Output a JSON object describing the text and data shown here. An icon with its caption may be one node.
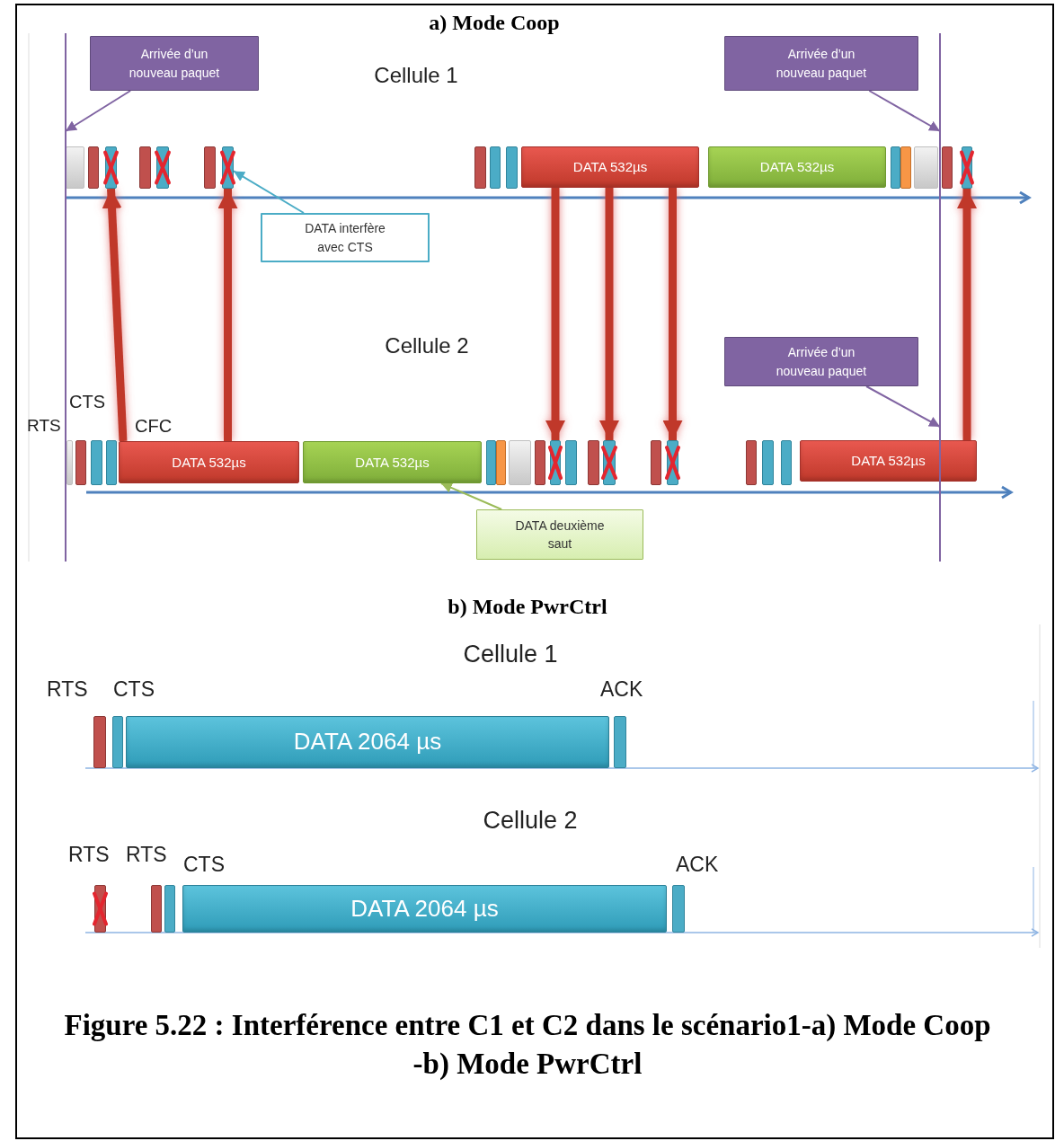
{
  "diagram": {
    "caption": "Figure 5.22 : Interférence entre C1 et C2 dans le scénario1-a) Mode Coop -b) Mode PwrCtrl",
    "nodes": [
      {
        "text": [
          "Arrivée d’un nouveau paquet"
        ]
      },
      {
        "text": [
          "Arrivée d’un nouveau paquet"
        ]
      },
      {
        "text": [
          "DATA interfère avec CTS"
        ]
      },
      {
        "text": [
          "Arrivée d’un nouveau paquet"
        ]
      },
      {
        "text": [
          "DATA deuxième saut"
        ]
      },
      {
        "text": [],
        "shape": "bar"
      },
      {
        "text": [],
        "shape": "bar"
      },
      {
        "text": [],
        "shape": "bar"
      },
      {
        "text": [],
        "shape": "bar"
      },
      {
        "text": [],
        "shape": "bar"
      },
      {
        "text": [],
        "shape": "bar"
      },
      {
        "text": [],
        "shape": "bar"
      },
      {
        "text": [],
        "shape": "bar"
      },
      {
        "text": [],
        "shape": "bar"
      },
      {
        "text": [],
        "shape": "bar"
      },
      {
        "text": [
          "DATA 532µs"
        ]
      },
      {
        "text": [
          "DATA 532µs"
        ]
      },
      {
        "text": [],
        "shape": "bar"
      },
      {
        "text": [],
        "shape": "bar"
      },
      {
        "text": [],
        "shape": "bar"
      },
      {
        "text": [],
        "shape": "bar"
      },
      {
        "text": [],
        "shape": "bar"
      },
      {
        "text": [],
        "shape": "bar"
      },
      {
        "text": [],
        "shape": "bar"
      },
      {
        "text": [],
        "shape": "bar"
      },
      {
        "text": [],
        "shape": "bar"
      },
      {
        "text": [
          "DATA 532µs"
        ]
      },
      {
        "text": [
          "DATA 532µs"
        ]
      },
      {
        "text": [],
        "shape": "bar"
      },
      {
        "text": [],
        "shape": "bar"
      },
      {
        "text": [],
        "shape": "bar"
      },
      {
        "text": [],
        "shape": "bar"
      },
      {
        "text": [],
        "shape": "bar"
      },
      {
        "text": [],
        "shape": "bar"
      },
      {
        "text": [],
        "shape": "bar"
      },
      {
        "text": [],
        "shape": "bar"
      },
      {
        "text": [],
        "shape": "bar"
      },
      {
        "text": [],
        "shape": "bar"
      },
      {
        "text": [],
        "shape": "bar"
      },
      {
        "text": [],
        "shape": "bar"
      },
      {
        "text": [],
        "shape": "bar"
      },
      {
        "text": [
          "DATA 532µs"
        ]
      },
      {
        "text": [],
        "shape": "bar"
      },
      {
        "text": [],
        "shape": "bar"
      },
      {
        "text": [
          "DATA 2064 µs"
        ]
      },
      {
        "text": [],
        "shape": "bar"
      },
      {
        "text": [],
        "shape": "bar"
      },
      {
        "text": [],
        "shape": "bar"
      },
      {
        "text": [],
        "shape": "bar"
      },
      {
        "text": [
          "DATA 2064 µs"
        ]
      },
      {
        "text": [],
        "shape": "bar"
      },
      {
        "text": [],
        "shape": "line"
      },
      {
        "text": [],
        "shape": "line"
      }
    ],
    "edges": [
      {
        "from": 0,
        "to": 51,
        "arrow": "to",
        "color": "#8064a2"
      },
      {
        "from": 1,
        "to": 52,
        "arrow": "to",
        "color": "#8064a2"
      },
      {
        "from": 2,
        "to": 11,
        "arrow": "to",
        "color": "#4bacc6"
      },
      {
        "from": 3,
        "to": 52,
        "arrow": "to",
        "color": "#8064a2"
      },
      {
        "from": 4,
        "to": 27,
        "arrow": "to",
        "color": "#9bbb59"
      },
      {
        "from": 26,
        "to": 7,
        "arrow": "to"
      },
      {
        "from": 26,
        "to": 11,
        "arrow": "to"
      },
      {
        "from": 15,
        "to": 32,
        "arrow": "to"
      },
      {
        "from": 15,
        "to": 35,
        "arrow": "to"
      },
      {
        "from": 15,
        "to": 37,
        "arrow": "to"
      },
      {
        "from": 41,
        "to": 21,
        "arrow": "to"
      }
    ],
    "labels": [
      "a) Mode Coop",
      "Cellule 1",
      "Cellule 2",
      "CTS",
      "RTS",
      "CFC",
      "b) Mode PwrCtrl",
      "Cellule 1",
      "RTS",
      "CTS",
      "ACK",
      "Cellule 2",
      "RTS",
      "RTS",
      "CTS",
      "ACK"
    ]
  }
}
